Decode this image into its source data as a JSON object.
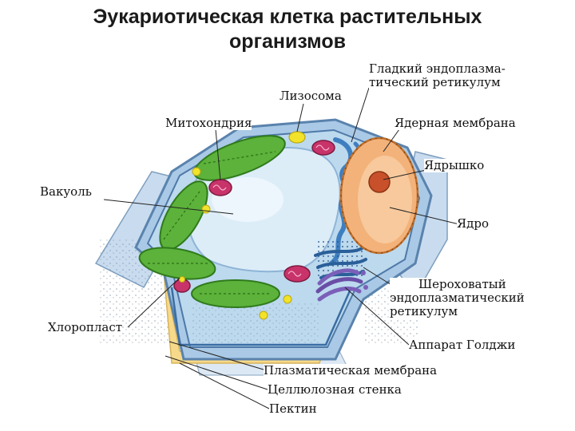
{
  "title": {
    "line1": "Эукариотическая клетка растительных",
    "line2": "организмов"
  },
  "labels": {
    "smooth_er_1": "Гладкий эндоплазма-",
    "smooth_er_2": "тический ретикулум",
    "lysosome": "Лизосома",
    "mitochondria": "Митохондрия",
    "nuclear_membrane": "Ядерная мембрана",
    "nucleolus": "Ядрышко",
    "vacuole": "Вакуоль",
    "nucleus": "Ядро",
    "rough_er_1": "Шероховатый",
    "rough_er_2": "эндоплазматический",
    "rough_er_3": "ретикулум",
    "chloroplast": "Хлоропласт",
    "golgi": "Аппарат Голджи",
    "plasma_membrane": "Плазматическая мембрана",
    "cellulose_wall": "Целлюлозная стенка",
    "pectin": "Пектин"
  },
  "colors": {
    "cytoplasm": "#bcd9ee",
    "vacuole": "#dcedf8",
    "chloroplast": "#5cb23a",
    "mitochondria": "#c8336a",
    "nucleus": "#f3b27a",
    "nucleolus": "#c8502a",
    "er": "#3f7fc0",
    "golgi": "#7b5fb8",
    "lysosome": "#f2e22a",
    "wall": "#a9c9e6",
    "pectin": "#f6d98a"
  }
}
